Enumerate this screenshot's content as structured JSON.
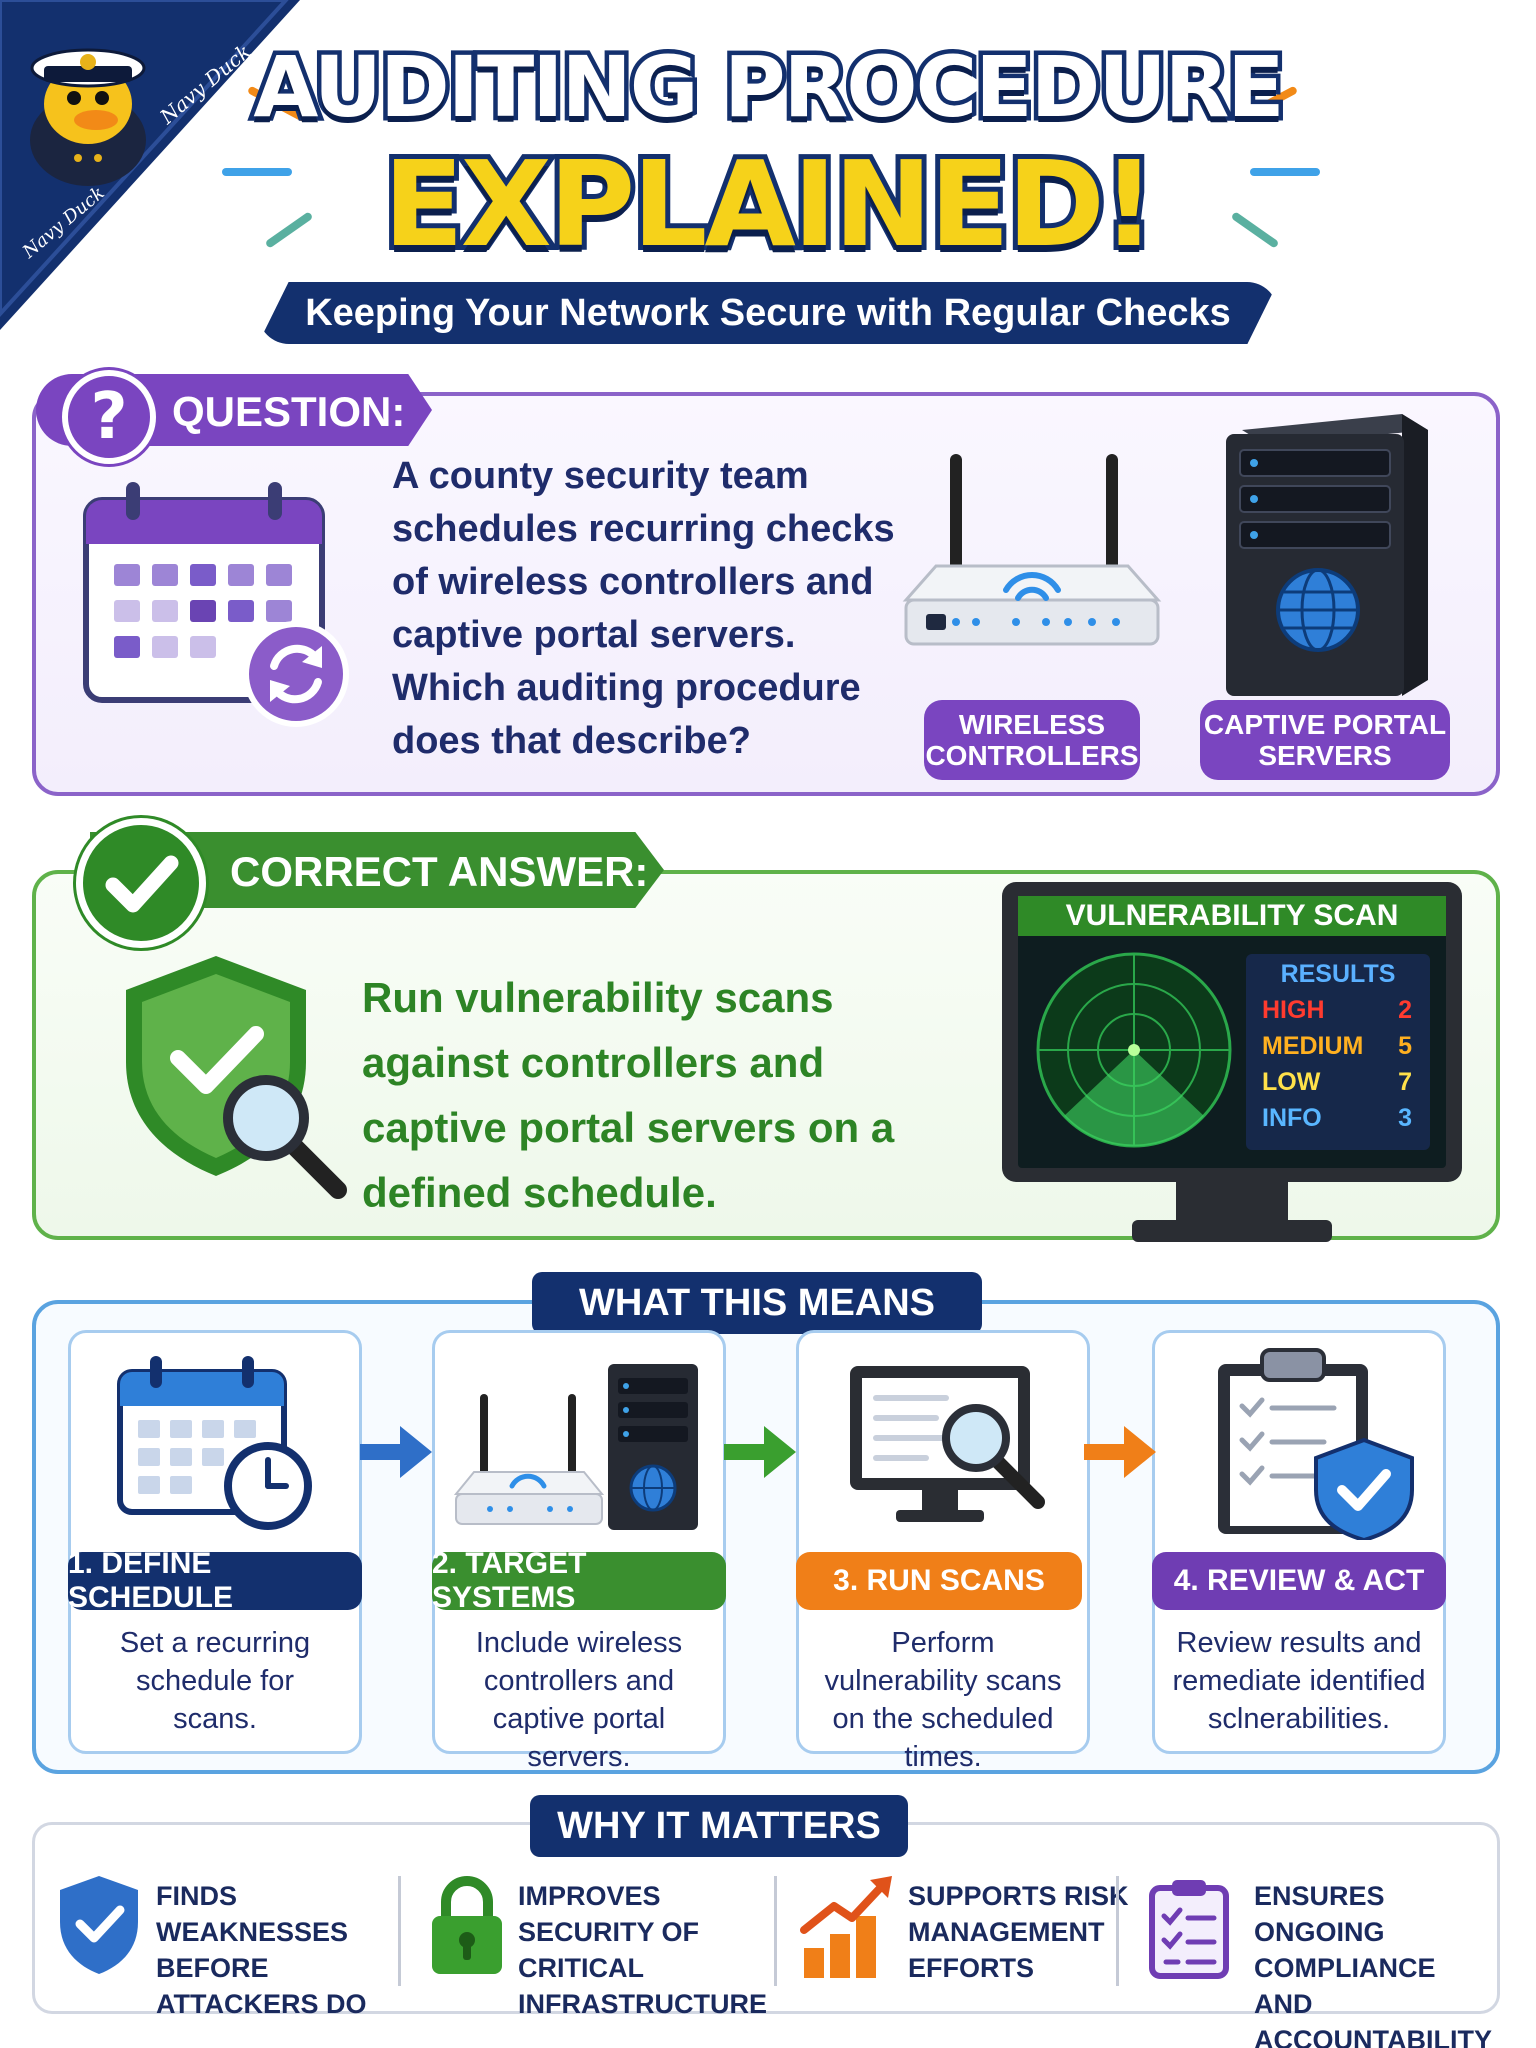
{
  "header": {
    "title_line1": "AUDITING PROCEDURE",
    "title_line2": "EXPLAINED!",
    "subtitle": "Keeping Your Network Secure with Regular Checks",
    "badge_text": "Navy Duck"
  },
  "question": {
    "label": "QUESTION:",
    "text": "A county security team schedules recurring checks of wireless controllers and captive portal servers. Which auditing procedure does that describe?",
    "devices": [
      "WIRELESS\nCONTROLLERS",
      "CAPTIVE PORTAL\nSERVERS"
    ]
  },
  "answer": {
    "label": "CORRECT ANSWER:",
    "text": "Run vulnerability scans against controllers and captive portal servers on a defined schedule."
  },
  "scan_monitor": {
    "title": "VULNERABILITY SCAN",
    "results_header": "RESULTS",
    "results": [
      {
        "level": "HIGH",
        "count": "2",
        "color": "#ff3b2f"
      },
      {
        "level": "MEDIUM",
        "count": "5",
        "color": "#ffb020"
      },
      {
        "level": "LOW",
        "count": "7",
        "color": "#ffe14a"
      },
      {
        "level": "INFO",
        "count": "3",
        "color": "#59b6ff"
      }
    ]
  },
  "means": {
    "label": "WHAT THIS MEANS",
    "steps": [
      {
        "title": "1. DEFINE SCHEDULE",
        "desc": "Set a recurring schedule for scans.",
        "color": "#13306e"
      },
      {
        "title": "2. TARGET SYSTEMS",
        "desc": "Include wireless controllers and captive portal servers.",
        "color": "#3a8f2f"
      },
      {
        "title": "3. RUN SCANS",
        "desc": "Perform vulnerability scans on the scheduled times.",
        "color": "#f07f18"
      },
      {
        "title": "4. REVIEW & ACT",
        "desc": "Review results and remediate identified sclnerabilities.",
        "color": "#6f3db3"
      }
    ]
  },
  "why": {
    "label": "WHY IT MATTERS",
    "items": [
      "Finds weaknesses before attackers do",
      "Improves security of critical infrastructure",
      "Supports risk management efforts",
      "Ensures ongoing compliance and accountability"
    ]
  },
  "colors": {
    "navy": "#13306e",
    "purple": "#7a45c0",
    "green": "#3a8f2f",
    "orange": "#f07f18",
    "blue": "#2f7fd8",
    "yellow": "#f6d21a"
  }
}
